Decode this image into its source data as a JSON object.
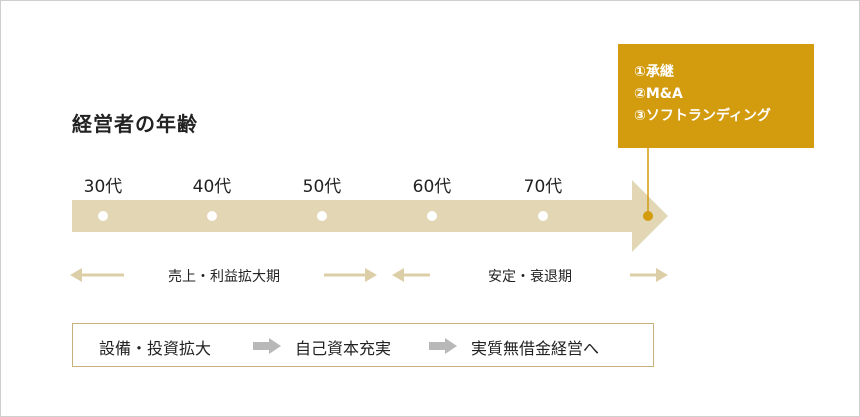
{
  "title": "経営者の年齢",
  "ages": [
    "30代",
    "40代",
    "50代",
    "60代",
    "70代"
  ],
  "callout": {
    "items": [
      "①承継",
      "②M&A",
      "③ソフトランディング"
    ]
  },
  "phases": [
    {
      "label": "売上・利益拡大期"
    },
    {
      "label": "安定・衰退期"
    }
  ],
  "flow": {
    "steps": [
      "設備・投資拡大",
      "自己資本充実",
      "実質無借金経営へ"
    ]
  },
  "colors": {
    "timeline": "#e2d6b5",
    "phase_arrow": "#dccfa7",
    "callout": "#d39b0e",
    "flow_border": "#c8b07a",
    "flow_arrow": "#b8b8b8"
  }
}
